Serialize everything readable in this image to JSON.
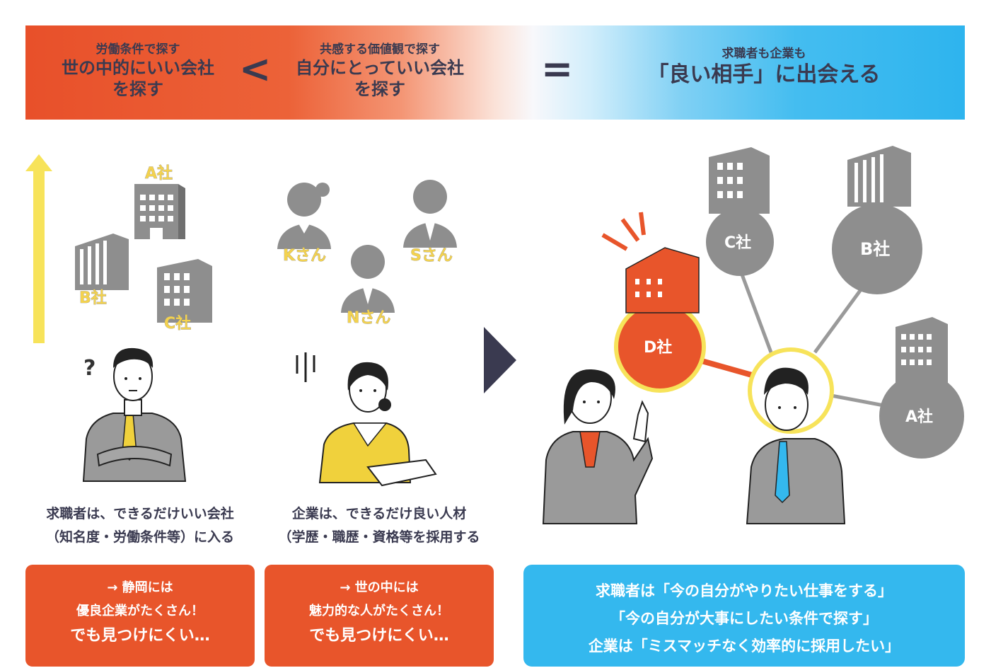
{
  "banner": {
    "left_small": "労働条件で探す",
    "left_big_1": "世の中的にいい会社",
    "left_big_2": "を探す",
    "less_than": "<",
    "middle_small": "共感する価値観で探す",
    "middle_big_1": "自分にとっていい会社",
    "middle_big_2": "を探す",
    "equals": "=",
    "right_small": "求職者も企業も",
    "right_big": "「良い相手」に出会える"
  },
  "left_scene": {
    "company_labels": [
      "A社",
      "B社",
      "C社"
    ],
    "question_mark": "?",
    "caption_1": "求職者は、できるだけいい会社",
    "caption_2": "（知名度・労働条件等）に入る"
  },
  "middle_scene": {
    "person_labels": [
      "Kさん",
      "Sさん",
      "Nさん"
    ],
    "caption_1": "企業は、できるだけ良い人材",
    "caption_2": "（学歴・職歴・資格等を採用する"
  },
  "right_scene": {
    "company_d": "D社",
    "company_c": "C社",
    "company_b": "B社",
    "company_a": "A社"
  },
  "boxes": {
    "box1_line1": "→ 静岡には",
    "box1_line2": "優良企業がたくさん！",
    "box1_line3": "でも見つけにくい…",
    "box2_line1": "→ 世の中には",
    "box2_line2": "魅力的な人がたくさん！",
    "box2_line3": "でも見つけにくい…",
    "box3_line1": "求職者は「今の自分がやりたい仕事をする」",
    "box3_line2": "「今の自分が大事にしたい条件で探す」",
    "box3_line3": "企業は「ミスマッチなく効率的に採用したい」"
  },
  "colors": {
    "orange": "#e8552b",
    "blue": "#34b8ee",
    "navy": "#3a3a50",
    "gray": "#8e8e8e",
    "yellow": "#f7e35a"
  }
}
